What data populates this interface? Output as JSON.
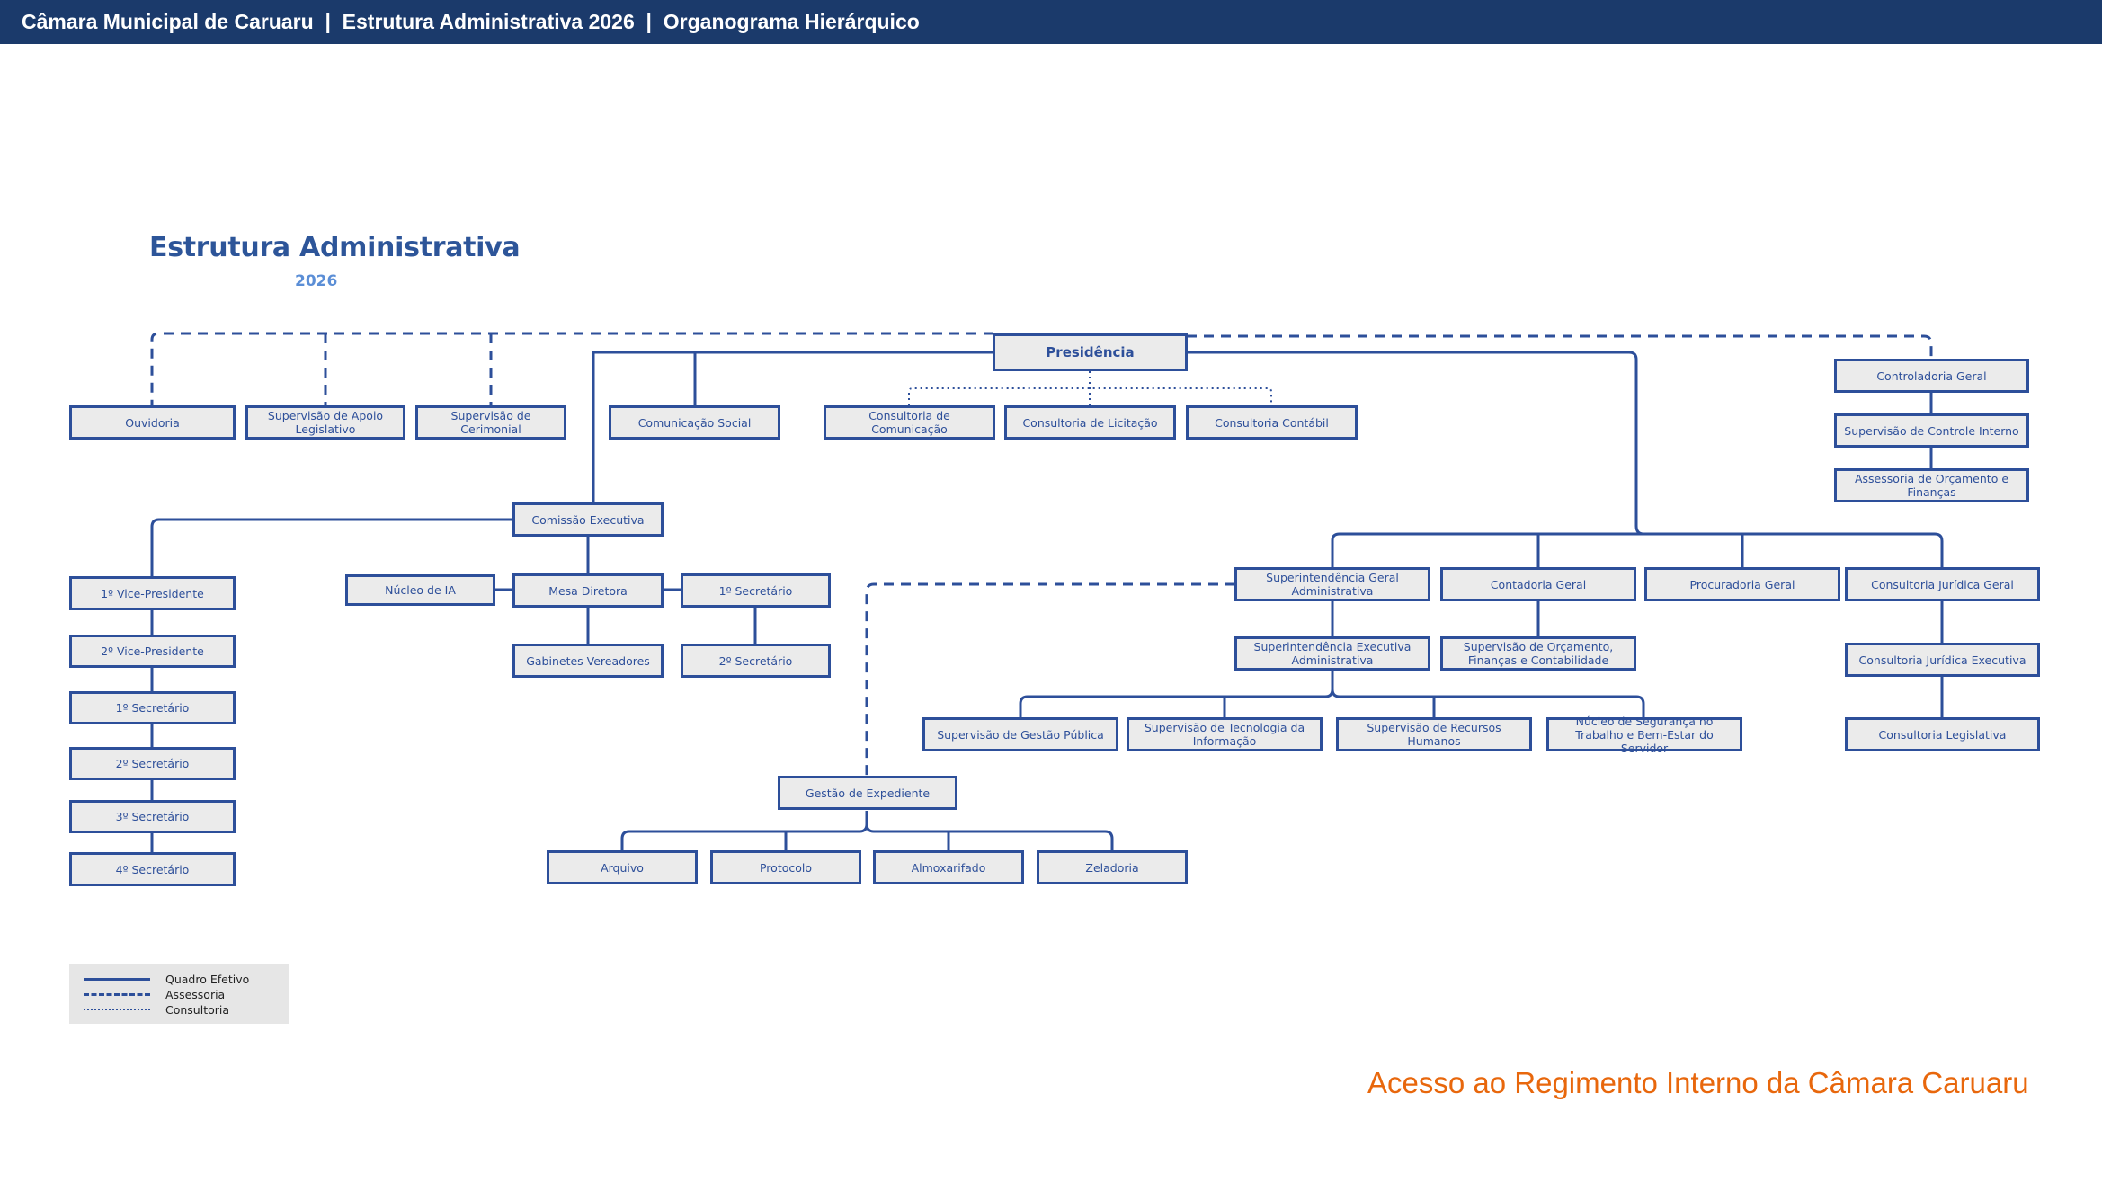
{
  "header": {
    "org": "Câmara Municipal de Caruaru",
    "sep": "|",
    "section": "Estrutura Administrativa 2026",
    "view": "Organograma Hierárquico"
  },
  "diagram": {
    "title": "Estrutura Administrativa",
    "year": "2026",
    "nodes": {
      "presidencia": "Presidência",
      "ouvidoria": "Ouvidoria",
      "sup_apoio": "Supervisão de Apoio Legislativo",
      "sup_cerimonial": "Supervisão de Cerimonial",
      "comunicacao": "Comunicação Social",
      "cons_comunicacao": "Consultoria de Comunicação",
      "cons_licitacao": "Consultoria de Licitação",
      "cons_contabil": "Consultoria Contábil",
      "controladoria": "Controladoria Geral",
      "sup_controle": "Supervisão de Controle Interno",
      "assess_orcamento": "Assessoria de Orçamento e Finanças",
      "comissao": "Comissão Executiva",
      "vice1": "1º Vice-Presidente",
      "vice2": "2º Vice-Presidente",
      "sec1_left": "1º Secretário",
      "sec2_left": "2º Secretário",
      "sec3_left": "3º Secretário",
      "sec4_left": "4º Secretário",
      "nucleo_ia": "Núcleo de IA",
      "mesa": "Mesa Diretora",
      "sec1_mid": "1º Secretário",
      "sec2_mid": "2º Secretário",
      "gabinetes": "Gabinetes Vereadores",
      "sup_geral": "Superintendência Geral Administrativa",
      "contadoria": "Contadoria Geral",
      "procuradoria": "Procuradoria Geral",
      "cons_jur_geral": "Consultoria Jurídica Geral",
      "sup_exec": "Superintendência Executiva Administrativa",
      "sup_orc": "Supervisão de Orçamento, Finanças e Contabilidade",
      "cons_jur_exec": "Consultoria Jurídica Executiva",
      "sup_gestao": "Supervisão de Gestão Pública",
      "sup_ti": "Supervisão de Tecnologia da Informação",
      "sup_rh": "Supervisão de Recursos Humanos",
      "nucleo_seg": "Núcleo de Segurança no Trabalho e Bem-Estar do Servidor",
      "cons_legislativa": "Consultoria Legislativa",
      "gestao_exp": "Gestão de Expediente",
      "arquivo": "Arquivo",
      "protocolo": "Protocolo",
      "almoxarifado": "Almoxarifado",
      "zeladoria": "Zeladoria"
    }
  },
  "legend": {
    "solid": "Quadro Efetivo",
    "dashed": "Assessoria",
    "dotted": "Consultoria"
  },
  "footer_link": "Acesso ao Regimento Interno da Câmara Caruaru",
  "colors": {
    "header_bg": "#1b3a6b",
    "line": "#2d4f9a",
    "box_fill": "#ebebeb",
    "title": "#2d5599",
    "link": "#e8670c"
  }
}
